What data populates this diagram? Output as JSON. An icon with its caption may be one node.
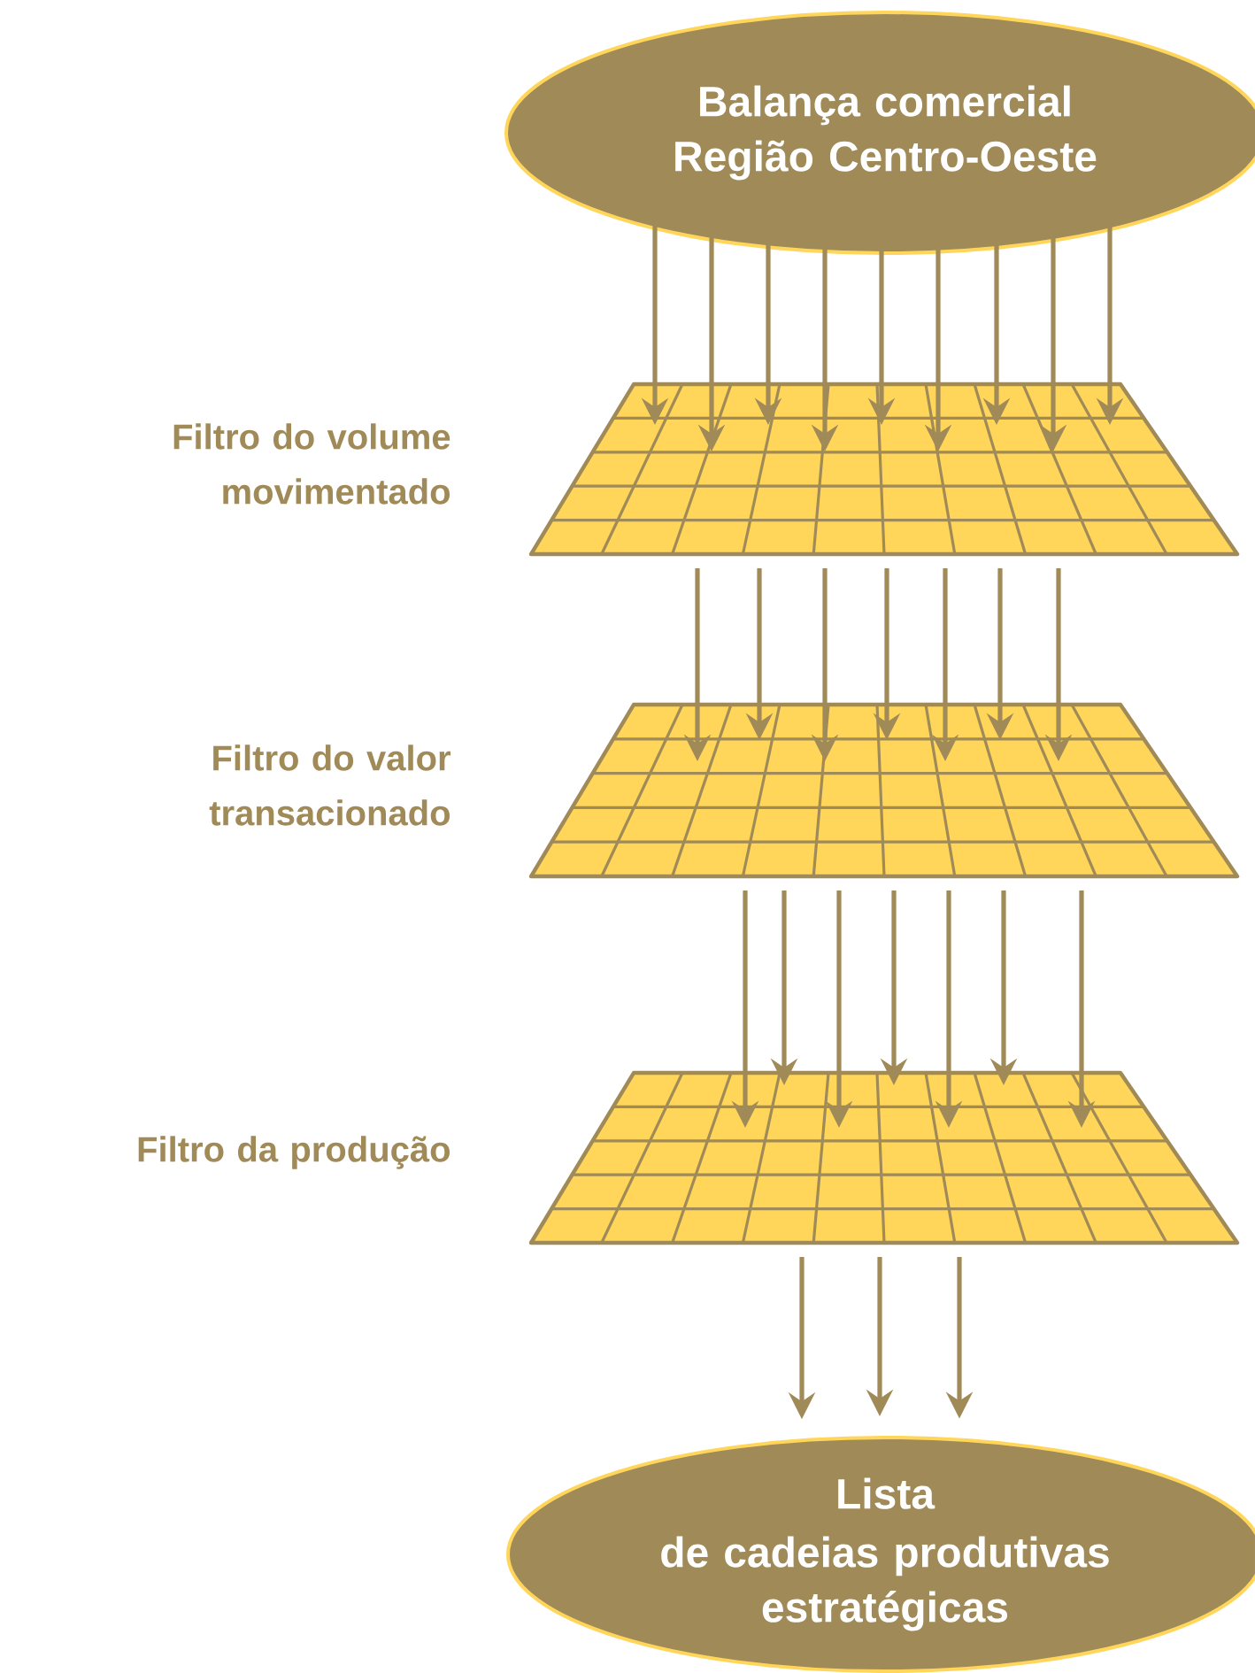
{
  "diagram": {
    "nodes": [
      {
        "text": [
          "Balança comercial Região Centro-Oeste"
        ]
      },
      {
        "text": [],
        "shape": "grid",
        "beside": [
          "Filtro do volume movimentado"
        ]
      },
      {
        "text": [],
        "shape": "grid",
        "beside": [
          "Filtro do valor transacionado"
        ]
      },
      {
        "text": [],
        "shape": "grid",
        "beside": [
          "Filtro da produção"
        ]
      },
      {
        "text": [
          "Lista",
          "de cadeias produtivas estratégicas"
        ]
      }
    ],
    "edges": [
      {
        "from": 0,
        "to": 1,
        "arrow": "to"
      },
      {
        "from": 0,
        "to": 1,
        "arrow": "to"
      },
      {
        "from": 0,
        "to": 1,
        "arrow": "to"
      },
      {
        "from": 0,
        "to": 1,
        "arrow": "to"
      },
      {
        "from": 0,
        "to": 1,
        "arrow": "to"
      },
      {
        "from": 0,
        "to": 1,
        "arrow": "to"
      },
      {
        "from": 0,
        "to": 1,
        "arrow": "to"
      },
      {
        "from": 0,
        "to": 1,
        "arrow": "to"
      },
      {
        "from": 0,
        "to": 1,
        "arrow": "to"
      },
      {
        "from": 1,
        "to": 2,
        "arrow": "to"
      },
      {
        "from": 1,
        "to": 2,
        "arrow": "to"
      },
      {
        "from": 1,
        "to": 2,
        "arrow": "to"
      },
      {
        "from": 1,
        "to": 2,
        "arrow": "to"
      },
      {
        "from": 1,
        "to": 2,
        "arrow": "to"
      },
      {
        "from": 1,
        "to": 2,
        "arrow": "to"
      },
      {
        "from": 1,
        "to": 2,
        "arrow": "to"
      },
      {
        "from": 2,
        "to": 3,
        "arrow": "to"
      },
      {
        "from": 2,
        "to": 3,
        "arrow": "to"
      },
      {
        "from": 2,
        "to": 3,
        "arrow": "to"
      },
      {
        "from": 2,
        "to": 3,
        "arrow": "to"
      },
      {
        "from": 2,
        "to": 3,
        "arrow": "to"
      },
      {
        "from": 2,
        "to": 3,
        "arrow": "to"
      },
      {
        "from": 2,
        "to": 3,
        "arrow": "to"
      },
      {
        "from": 3,
        "to": 4,
        "arrow": "to"
      },
      {
        "from": 3,
        "to": 4,
        "arrow": "to"
      },
      {
        "from": 3,
        "to": 4,
        "arrow": "to"
      }
    ]
  }
}
